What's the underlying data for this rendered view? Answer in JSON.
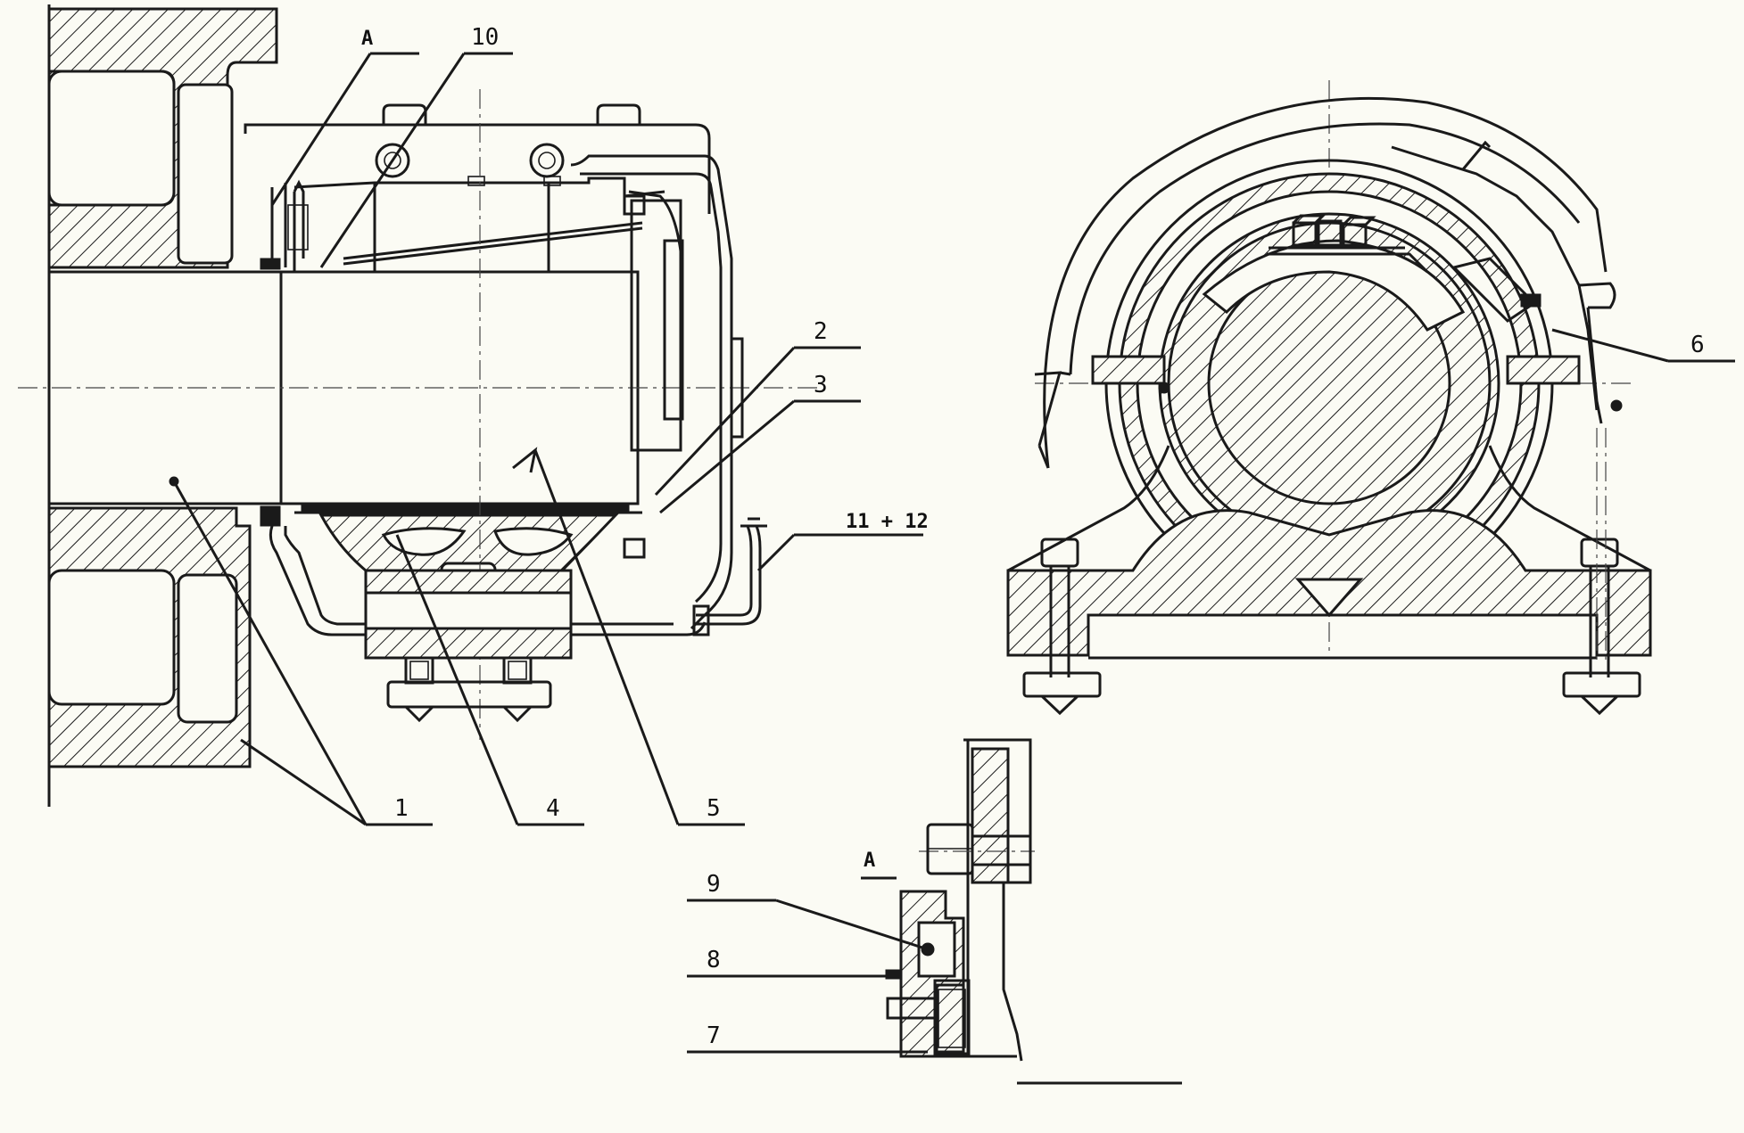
{
  "labels": {
    "section_a_top": "A",
    "section_a_detail": "A",
    "p1": "1",
    "p2": "2",
    "p3": "3",
    "p4": "4",
    "p5": "5",
    "p6": "6",
    "p7": "7",
    "p8": "8",
    "p9": "9",
    "p10": "10",
    "p11_12": "11 + 12"
  },
  "colors": {
    "paper": "#fbfbf4",
    "ink": "#1a1a1a"
  }
}
